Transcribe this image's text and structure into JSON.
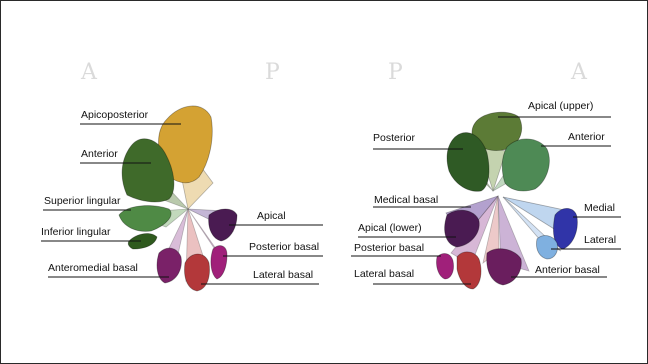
{
  "orientation": {
    "left_first": "A",
    "left_second": "P",
    "right_first": "P",
    "right_second": "A"
  },
  "left_lung": {
    "labels": [
      "Apicoposterior",
      "Anterior",
      "Superior lingular",
      "Inferior lingular",
      "Anteromedial basal",
      "Apical",
      "Posterior basal",
      "Lateral basal"
    ]
  },
  "right_lung": {
    "labels": [
      "Apical (upper)",
      "Posterior",
      "Anterior",
      "Medical basal",
      "Apical (lower)",
      "Posterior basal",
      "Lateral basal",
      "Medial",
      "Lateral",
      "Anterior basal"
    ]
  },
  "colors": {
    "apicoposterior": "#d4a233",
    "upper_green": "#3f6a2a",
    "lingula_green": "#4f8a45",
    "purple_dark": "#4a1b52",
    "purple_light": "#9b86b8",
    "magenta": "#a0207a",
    "red": "#b3383a",
    "blue_dark": "#3034a8",
    "blue_light": "#7fb0e0"
  }
}
